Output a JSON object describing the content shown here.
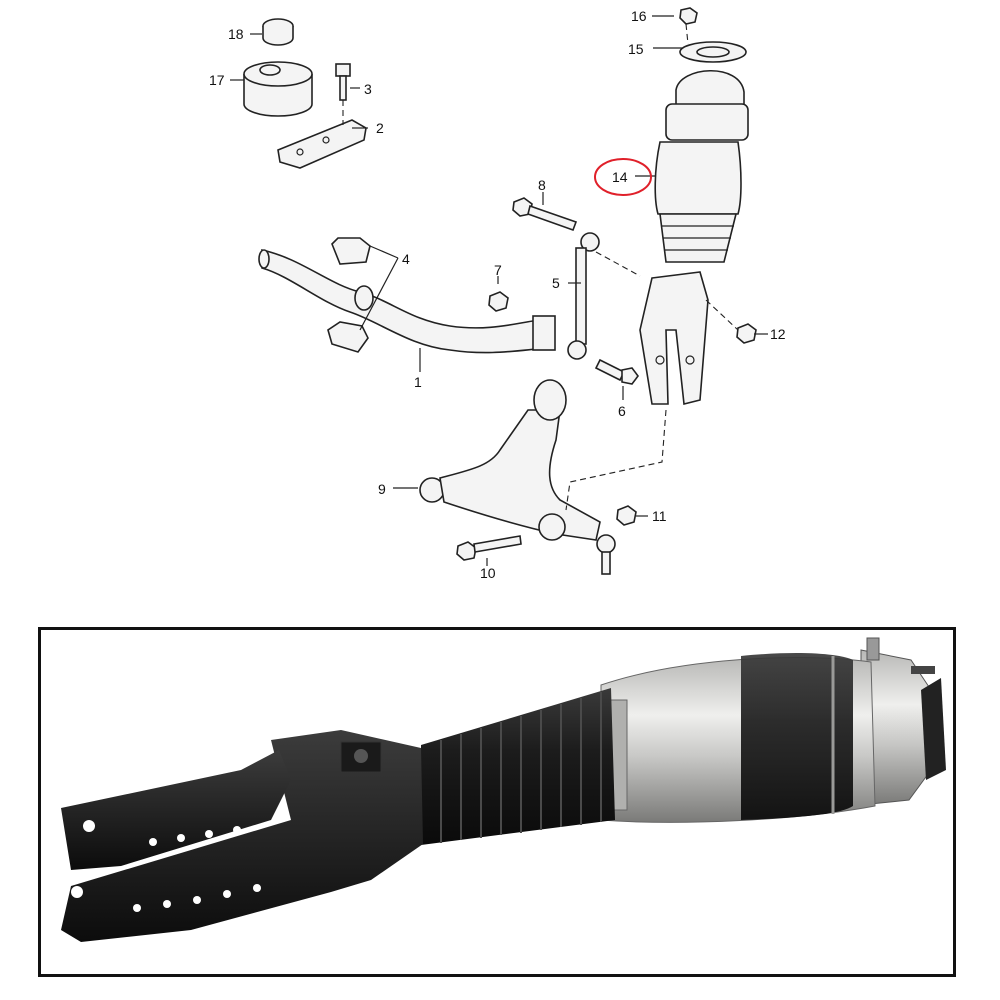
{
  "diagram": {
    "callouts": [
      {
        "id": "1",
        "text": "1"
      },
      {
        "id": "2",
        "text": "2"
      },
      {
        "id": "3",
        "text": "3"
      },
      {
        "id": "4",
        "text": "4"
      },
      {
        "id": "5",
        "text": "5"
      },
      {
        "id": "6",
        "text": "6"
      },
      {
        "id": "7",
        "text": "7"
      },
      {
        "id": "8",
        "text": "8"
      },
      {
        "id": "9",
        "text": "9"
      },
      {
        "id": "10",
        "text": "10"
      },
      {
        "id": "11",
        "text": "11"
      },
      {
        "id": "12",
        "text": "12"
      },
      {
        "id": "14",
        "text": "14"
      },
      {
        "id": "15",
        "text": "15"
      },
      {
        "id": "16",
        "text": "16"
      },
      {
        "id": "17",
        "text": "17"
      },
      {
        "id": "18",
        "text": "18"
      }
    ],
    "highlight_color": "#e0202a"
  },
  "photo": {
    "subject": "air-suspension-strut",
    "frame_color": "#111111"
  }
}
